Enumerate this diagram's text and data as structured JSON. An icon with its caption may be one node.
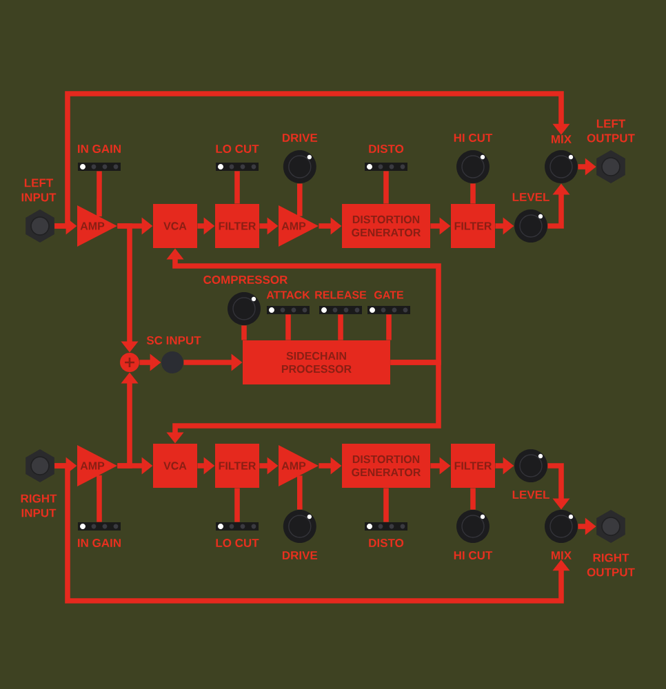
{
  "diagram": {
    "nodes": [
      {
        "text": [
          "LEFT INPUT"
        ]
      },
      {
        "text": [
          "IN GAIN"
        ]
      },
      {
        "text": [
          "AMP"
        ]
      },
      {
        "text": [
          "VCA"
        ]
      },
      {
        "text": [
          "LO CUT"
        ]
      },
      {
        "text": [
          "FILTER"
        ]
      },
      {
        "text": [
          "DRIVE"
        ]
      },
      {
        "text": [
          "AMP"
        ]
      },
      {
        "text": [
          "DISTO"
        ]
      },
      {
        "text": [
          "DISTORTION GENERATOR"
        ]
      },
      {
        "text": [
          "HI CUT"
        ]
      },
      {
        "text": [
          "FILTER"
        ]
      },
      {
        "text": [
          "LEVEL"
        ]
      },
      {
        "text": [
          "MIX"
        ]
      },
      {
        "text": [
          "LEFT OUTPUT"
        ]
      },
      {
        "text": [],
        "shape": "circle"
      },
      {
        "text": [
          "SC INPUT"
        ]
      },
      {
        "text": [
          "COMPRESSOR"
        ]
      },
      {
        "text": [
          "ATTACK"
        ]
      },
      {
        "text": [
          "RELEASE"
        ]
      },
      {
        "text": [
          "GATE"
        ]
      },
      {
        "text": [
          "SIDECHAIN PROCESSOR"
        ]
      },
      {
        "text": [
          "RIGHT INPUT"
        ]
      },
      {
        "text": [
          "AMP"
        ]
      },
      {
        "text": [
          "IN GAIN"
        ]
      },
      {
        "text": [
          "VCA"
        ]
      },
      {
        "text": [
          "FILTER"
        ]
      },
      {
        "text": [
          "LO CUT"
        ]
      },
      {
        "text": [
          "AMP"
        ]
      },
      {
        "text": [
          "DRIVE"
        ]
      },
      {
        "text": [
          "DISTORTION GENERATOR"
        ]
      },
      {
        "text": [
          "DISTO"
        ]
      },
      {
        "text": [
          "FILTER"
        ]
      },
      {
        "text": [
          "HI CUT"
        ]
      },
      {
        "text": [
          "LEVEL"
        ]
      },
      {
        "text": [
          "MIX"
        ]
      },
      {
        "text": [
          "RIGHT OUTPUT"
        ]
      }
    ],
    "edges": [
      {
        "from": 0,
        "to": 2,
        "arrow": "to"
      },
      {
        "from": 0,
        "to": 13,
        "arrow": "to"
      },
      {
        "from": 1,
        "to": 2,
        "arrow": "none"
      },
      {
        "from": 2,
        "to": 3,
        "arrow": "to"
      },
      {
        "from": 2,
        "to": 15,
        "arrow": "to"
      },
      {
        "from": 4,
        "to": 5,
        "arrow": "none"
      },
      {
        "from": 3,
        "to": 5,
        "arrow": "to"
      },
      {
        "from": 5,
        "to": 7,
        "arrow": "to"
      },
      {
        "from": 6,
        "to": 7,
        "arrow": "none"
      },
      {
        "from": 7,
        "to": 9,
        "arrow": "to"
      },
      {
        "from": 8,
        "to": 9,
        "arrow": "none"
      },
      {
        "from": 9,
        "to": 11,
        "arrow": "to"
      },
      {
        "from": 10,
        "to": 11,
        "arrow": "none"
      },
      {
        "from": 11,
        "to": 12,
        "arrow": "to"
      },
      {
        "from": 12,
        "to": 13,
        "arrow": "to"
      },
      {
        "from": 13,
        "to": 14,
        "arrow": "to"
      },
      {
        "from": 15,
        "to": 16,
        "arrow": "to"
      },
      {
        "from": 16,
        "to": 21,
        "arrow": "to"
      },
      {
        "from": 17,
        "to": 21,
        "arrow": "none"
      },
      {
        "from": 18,
        "to": 21,
        "arrow": "none"
      },
      {
        "from": 19,
        "to": 21,
        "arrow": "none"
      },
      {
        "from": 20,
        "to": 21,
        "arrow": "none"
      },
      {
        "from": 21,
        "to": 3,
        "arrow": "to"
      },
      {
        "from": 21,
        "to": 25,
        "arrow": "to"
      },
      {
        "from": 22,
        "to": 23,
        "arrow": "to"
      },
      {
        "from": 22,
        "to": 35,
        "arrow": "to"
      },
      {
        "from": 24,
        "to": 23,
        "arrow": "none"
      },
      {
        "from": 23,
        "to": 25,
        "arrow": "to"
      },
      {
        "from": 23,
        "to": 15,
        "arrow": "to"
      },
      {
        "from": 25,
        "to": 26,
        "arrow": "to"
      },
      {
        "from": 27,
        "to": 26,
        "arrow": "none"
      },
      {
        "from": 26,
        "to": 28,
        "arrow": "to"
      },
      {
        "from": 29,
        "to": 28,
        "arrow": "none"
      },
      {
        "from": 28,
        "to": 30,
        "arrow": "to"
      },
      {
        "from": 31,
        "to": 30,
        "arrow": "none"
      },
      {
        "from": 30,
        "to": 32,
        "arrow": "to"
      },
      {
        "from": 33,
        "to": 32,
        "arrow": "none"
      },
      {
        "from": 32,
        "to": 34,
        "arrow": "to"
      },
      {
        "from": 34,
        "to": 35,
        "arrow": "to"
      },
      {
        "from": 35,
        "to": 36,
        "arrow": "to"
      }
    ]
  }
}
